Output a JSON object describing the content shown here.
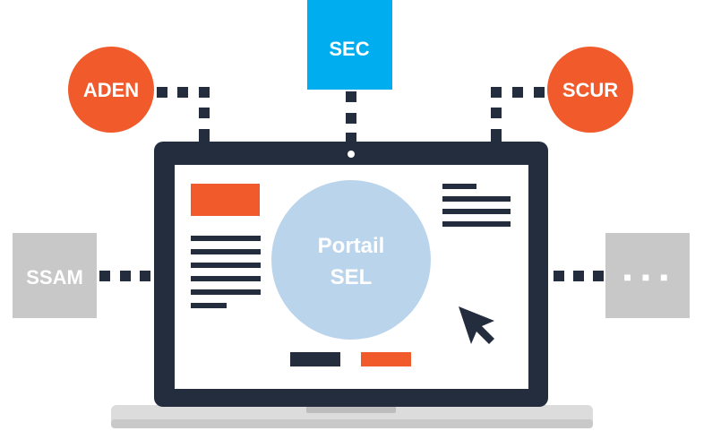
{
  "nodes": {
    "aden": "ADEN",
    "sec": "SEC",
    "scur": "SCUR",
    "ssam": "SSAM",
    "more": "■ ■ ■"
  },
  "center": {
    "line1": "Portail",
    "line2": "SEL"
  },
  "colors": {
    "dark": "#232d3d",
    "orange": "#f15a2b",
    "blue": "#00aeef",
    "grey": "#c8c8c8",
    "circle": "#bad4ec",
    "laptop_base": "#dcdcdc"
  }
}
